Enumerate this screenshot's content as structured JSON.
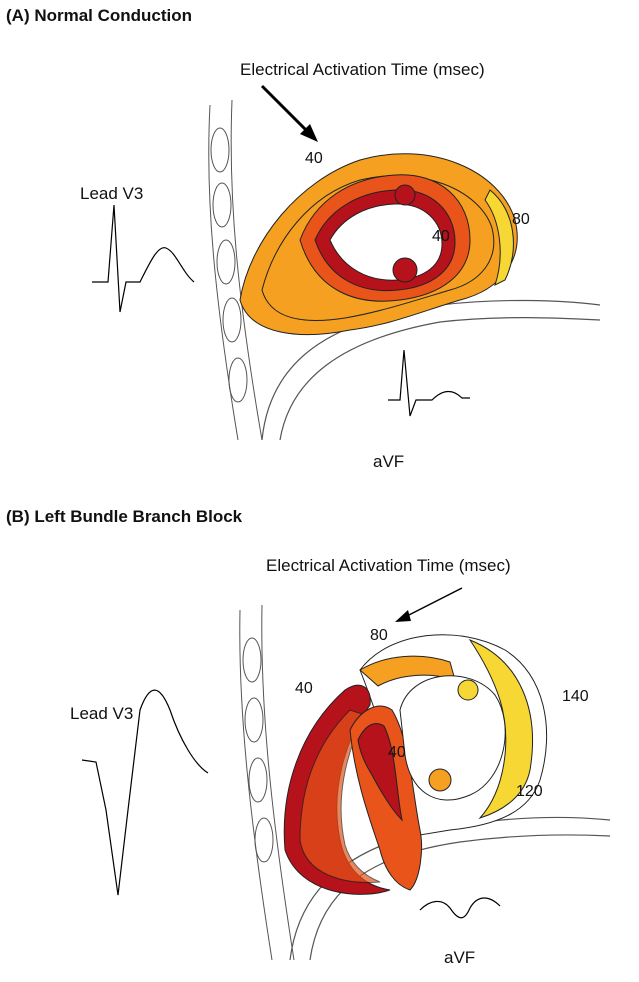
{
  "panel_a": {
    "title": "(A) Normal Conduction",
    "activation_label": "Electrical Activation Time (msec)",
    "lead_v3": "Lead V3",
    "lead_avf": "aVF",
    "time_labels": {
      "outer_top": "40",
      "inner": "40",
      "right": "80"
    }
  },
  "panel_b": {
    "title": "(B) Left Bundle Branch Block",
    "activation_label": "Electrical Activation Time (msec)",
    "lead_v3": "Lead V3",
    "lead_avf": "aVF",
    "time_labels": {
      "top": "80",
      "left": "40",
      "septum": "40",
      "right_upper": "140",
      "right_lower": "120"
    }
  },
  "colors": {
    "early": "#b5121b",
    "mid": "#e8541a",
    "late": "#f5a020",
    "latest": "#f7d733",
    "none": "#ffffff",
    "sketch": "#666666"
  }
}
